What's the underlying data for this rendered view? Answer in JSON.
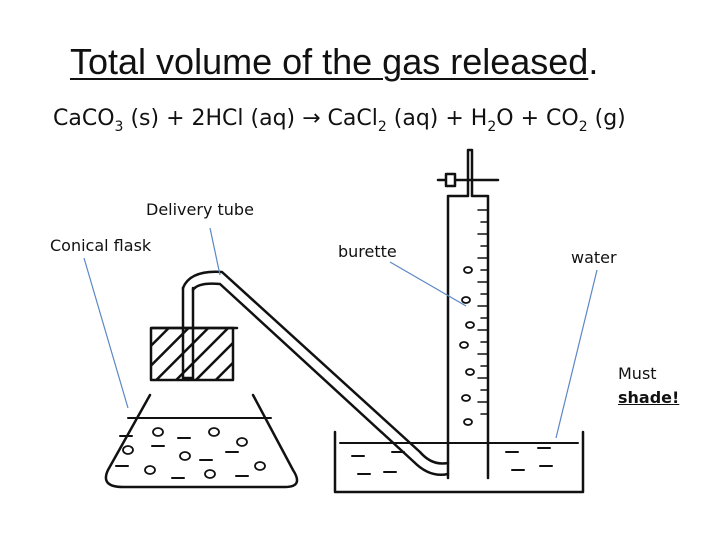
{
  "title": {
    "main": "Total volume of the gas released",
    "tail": "."
  },
  "equation": {
    "p1": "CaCO",
    "s1": "3",
    "p2": " (s) + 2HCl (aq) → CaCl",
    "s2": "2",
    "p3": " (aq) + H",
    "s3": "2",
    "p4": "O + CO",
    "s4": "2",
    "p5": " (g)"
  },
  "labels": {
    "delivery_tube": "Delivery tube",
    "conical_flask": "Conical flask",
    "burette": "burette",
    "water": "water",
    "note_line1": "Must",
    "note_line2": "shade!"
  }
}
